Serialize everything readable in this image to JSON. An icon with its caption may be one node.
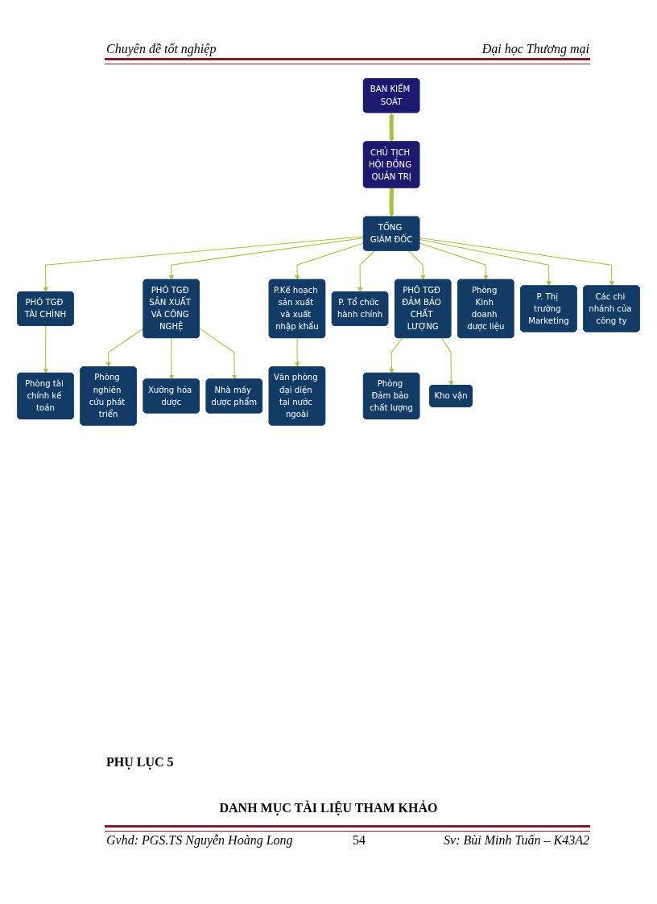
{
  "diagram": {
    "nodes": [
      {
        "text": [
          "CHỦ TỊCH HỘI ĐỒNG QUẢN TRỊ"
        ]
      },
      {
        "text": [
          "BAN KIỂM SOÁT"
        ]
      },
      {
        "text": [
          "TỔNG GIÁM ĐỐC"
        ]
      },
      {
        "text": [
          "PHÓ TGĐ TÀI CHÍNH"
        ]
      },
      {
        "text": [
          "PHÓ TGĐ SẢN XUẤT VÀ CÔNG NGHỆ"
        ]
      },
      {
        "text": [
          "PHÓ TGĐ ĐẢM BẢO CHẤT LƯỢNG"
        ]
      },
      {
        "text": [
          "Phòng tài chính kế toán"
        ]
      },
      {
        "text": [
          "Phòng nghiên cứu phát triển"
        ]
      },
      {
        "text": [
          "Xưởng hóa dược"
        ]
      },
      {
        "text": [
          "Nhà máy dược phẩm"
        ]
      },
      {
        "text": [
          "P. Tổ chức hành chính"
        ]
      },
      {
        "text": [
          "P.Kế hoạch sản xuất và xuất nhập khẩu"
        ]
      },
      {
        "text": [
          "Phòng Kinh doanh dược liệu"
        ]
      },
      {
        "text": [
          "P. Thị trường Marketing"
        ]
      },
      {
        "text": [
          "Các chi nhánh của công ty"
        ]
      },
      {
        "text": [
          "Phòng Đảm bảo chất lượng"
        ]
      },
      {
        "text": [
          "Kho vận"
        ]
      },
      {
        "text": [
          "Văn phòng đại diện tại nước ngoài"
        ]
      }
    ],
    "edges": [
      {
        "from": 1,
        "to": 0,
        "arrow": "both",
        "style": "thick"
      },
      {
        "from": 0,
        "to": 2,
        "arrow": "to",
        "style": "thick"
      },
      {
        "from": 2,
        "to": 3,
        "arrow": "to"
      },
      {
        "from": 2,
        "to": 4,
        "arrow": "to"
      },
      {
        "from": 2,
        "to": 10,
        "arrow": "to"
      },
      {
        "from": 2,
        "to": 11,
        "arrow": "to"
      },
      {
        "from": 2,
        "to": 12,
        "arrow": "to"
      },
      {
        "from": 2,
        "to": 13,
        "arrow": "to"
      },
      {
        "from": 2,
        "to": 14,
        "arrow": "to"
      },
      {
        "from": 2,
        "to": 5,
        "arrow": "to"
      },
      {
        "from": 3,
        "to": 6,
        "arrow": "to"
      },
      {
        "from": 4,
        "to": 7,
        "arrow": "to"
      },
      {
        "from": 4,
        "to": 8,
        "arrow": "to"
      },
      {
        "from": 4,
        "to": 9,
        "arrow": "to"
      },
      {
        "from": 5,
        "to": 15,
        "arrow": "to"
      },
      {
        "from": 5,
        "to": 16,
        "arrow": "to"
      },
      {
        "from": 11,
        "to": 17,
        "arrow": "to"
      }
    ],
    "labels": [
      "Chuyên đề tốt nghiệp",
      "Đại học Thương mại",
      "PHỤ LỤC 5",
      "DANH MỤC TÀI LIỆU THAM KHẢO",
      "Gvhd: PGS.TS Nguyễn Hoàng Long",
      "54",
      "Sv: Bùi Minh Tuấn – K43A2"
    ]
  }
}
